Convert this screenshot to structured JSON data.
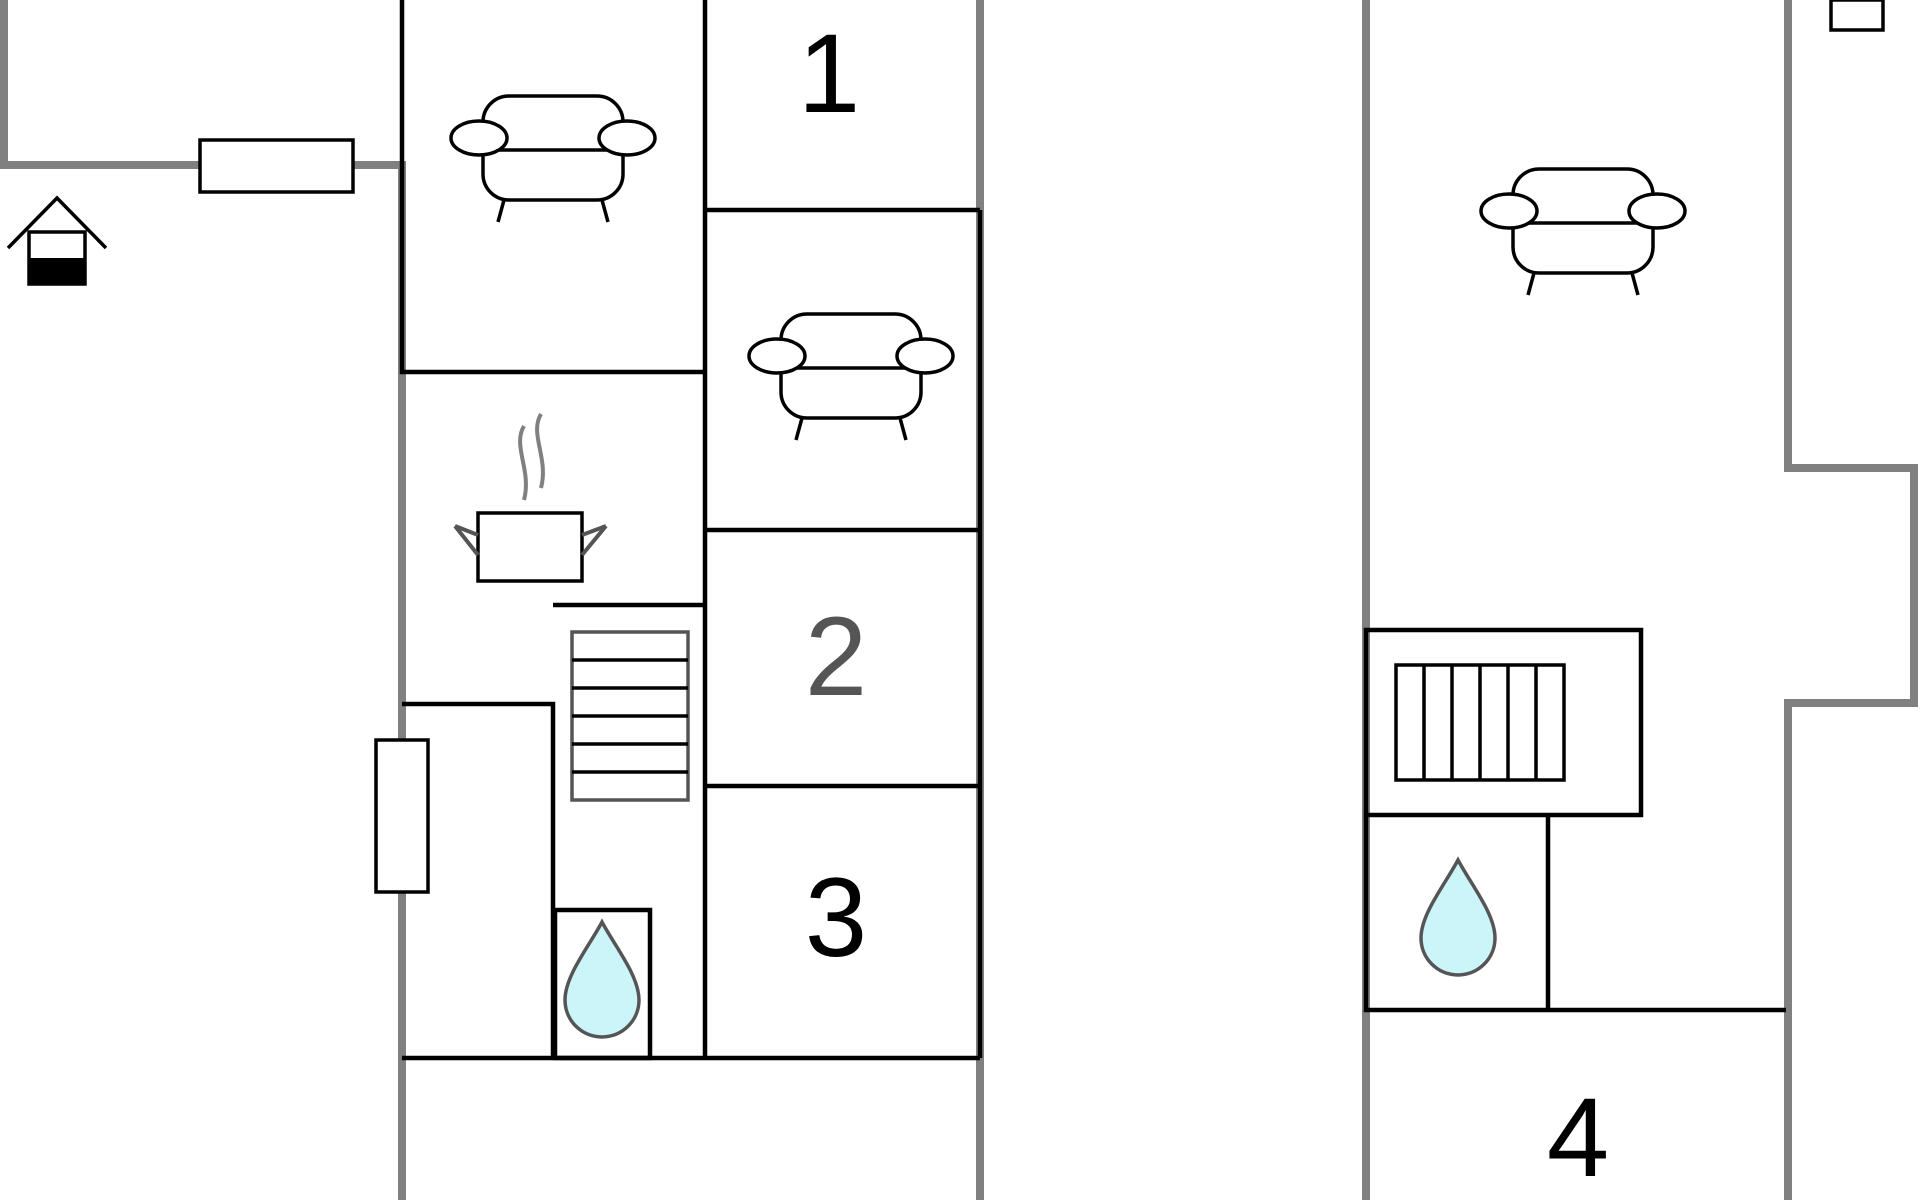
{
  "floor_plan": {
    "rooms": [
      {
        "number": "1"
      },
      {
        "number": "2"
      },
      {
        "number": "3"
      },
      {
        "number": "4"
      }
    ],
    "icons": [
      "entrance-icon",
      "sofa-icon",
      "kitchen-pot-icon",
      "stairs-icon",
      "bathroom-water-drop-icon"
    ],
    "colors": {
      "outer_wall": "#808080",
      "inner_wall": "#000000",
      "water_drop_fill": "#ccf5f9",
      "background": "#ffffff"
    }
  }
}
